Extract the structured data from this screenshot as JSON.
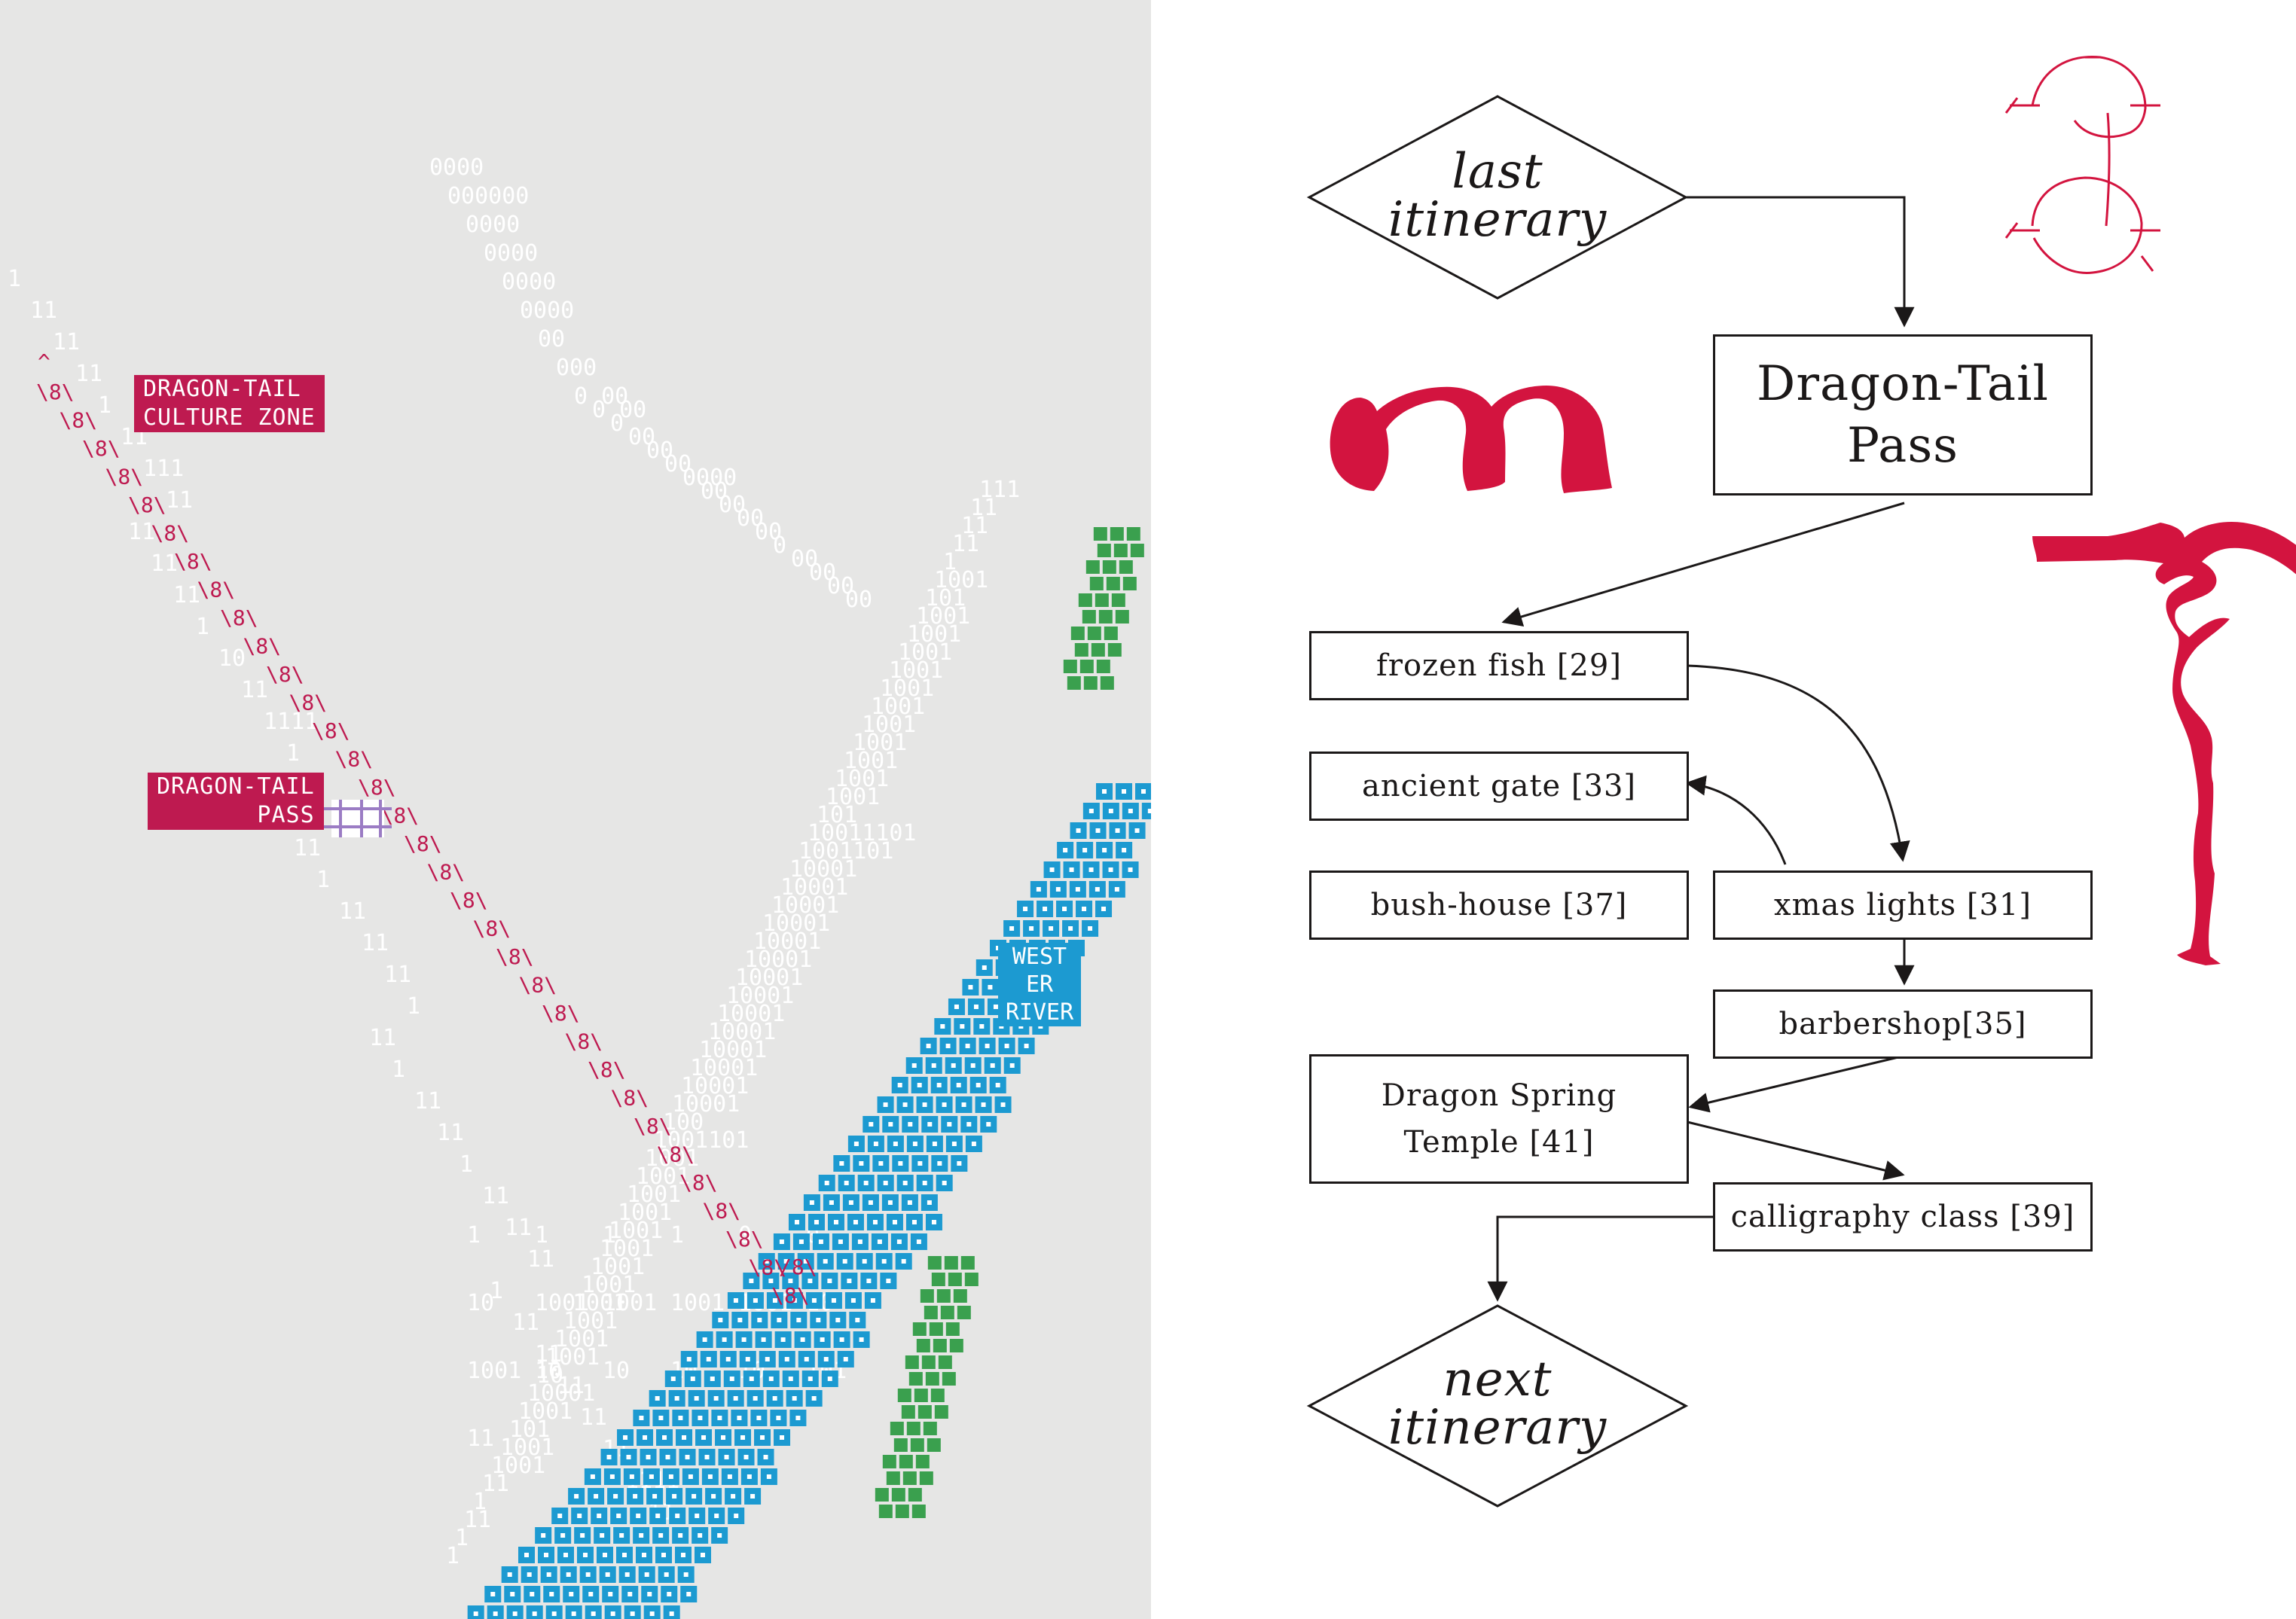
{
  "colors": {
    "map_background": "#e6e6e5",
    "route_red": "#be1a50",
    "river_blue": "#1c9ad1",
    "river_green": "#3aa04e",
    "binary_text": "#ffffff",
    "flow_line": "#1b1818",
    "calligraphy_red": "#d3143f"
  },
  "map": {
    "labels": {
      "culture_zone": "DRAGON-TAIL\nCULTURE ZONE",
      "pass": "DRAGON-TAIL\n       PASS",
      "river": "WEST\nER\nRIVER"
    },
    "route_glyph": "\\8\\",
    "route_end_glyph": "/8\\",
    "route_start_glyph": "^",
    "binary_strings": [
      "0000",
      "000000",
      "0000",
      "0000",
      "0000",
      "0000",
      "00",
      "000",
      "0 00",
      "0 00",
      "0",
      "00",
      "00",
      "00",
      "0000",
      "00",
      "00",
      "00",
      "00",
      "0",
      "00",
      "00",
      "00",
      "00",
      "1",
      "11",
      "11",
      "11",
      "1",
      "11",
      "111",
      "11",
      "11",
      "11",
      "11",
      "1",
      "10",
      "11",
      "1111",
      "1",
      "11",
      "11",
      "11",
      "1",
      "11",
      "11",
      "11",
      "1",
      "11",
      "1",
      "11",
      "11",
      "1",
      "11",
      "11",
      "11",
      "1",
      "11",
      "11",
      "11",
      "11",
      "11",
      "1111",
      "11",
      "111",
      "11",
      "11",
      "11",
      "1",
      "1001",
      "101",
      "1001",
      "1001",
      "1001",
      "1001",
      "1001",
      "1001",
      "1001",
      "1001",
      "1001",
      "1001",
      "1001",
      "101",
      "10011101",
      "1001101",
      "10001",
      "10001",
      "10001",
      "10001",
      "10001",
      "10001",
      "10001",
      "10001",
      "10001",
      "10001",
      "10001",
      "10001",
      "10001",
      "10001",
      "100",
      "1001101",
      "1001",
      "1001",
      "1001",
      "1001",
      "1001",
      "1001",
      "1001",
      "1001",
      "1001",
      "1001",
      "1001",
      "1001",
      "10",
      "10001",
      "1001",
      "101",
      "1001",
      "1001",
      "11",
      "1",
      "11",
      "1",
      "1",
      "1",
      "1",
      "1",
      "1",
      "0",
      "0",
      "10",
      "1001",
      "1001",
      "1001",
      "1001",
      "10",
      "1001",
      "10",
      "10",
      "10",
      "10",
      "101",
      "11"
    ]
  },
  "flowchart": {
    "start": {
      "line1": "last",
      "line2": "itinerary"
    },
    "end": {
      "line1": "next",
      "line2": "itinerary"
    },
    "title": {
      "line1": "Dragon-Tail",
      "line2": "Pass"
    },
    "nodes": {
      "frozen_fish": "frozen fish [29]",
      "ancient_gate": "ancient gate [33]",
      "bush_house": "bush-house [37]",
      "xmas_lights": "xmas lights [31]",
      "barbershop": "barbershop[35]",
      "dragon_spring_line1": "Dragon Spring",
      "dragon_spring_line2": "Temple [41]",
      "calligraphy_class": "calligraphy class [39]"
    }
  }
}
